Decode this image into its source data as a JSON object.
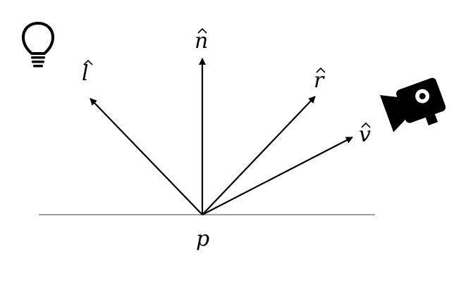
{
  "labels": {
    "light_vector": "l",
    "normal_vector": "n",
    "reflection_vector": "r",
    "view_vector": "v",
    "point": "p"
  },
  "colors": {
    "ink": "#000000",
    "surface_line": "#7f7f7f",
    "background": "#ffffff"
  },
  "icons": {
    "light": "lightbulb-icon",
    "camera": "camera-icon"
  }
}
